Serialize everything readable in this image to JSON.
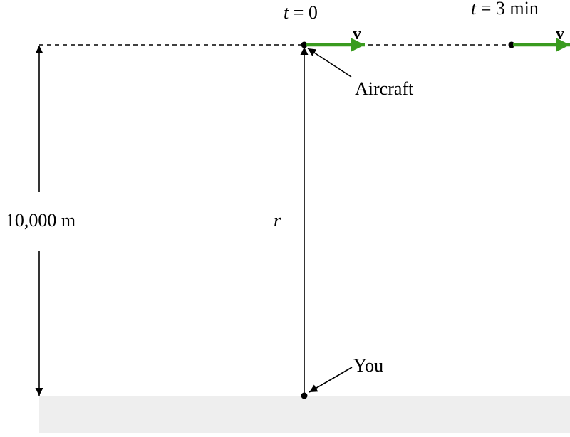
{
  "labels": {
    "t0_var": "t",
    "t0_rest": " = 0",
    "t3_var": "t",
    "t3_rest": " = 3 min",
    "velocity_1": "v",
    "velocity_2": "v",
    "aircraft": "Aircraft",
    "altitude": "10,000 m",
    "distance": "r",
    "observer": "You"
  },
  "colors": {
    "velocity_arrow": "#3a9b1f",
    "ground": "#eeeeee",
    "line": "#000000"
  }
}
